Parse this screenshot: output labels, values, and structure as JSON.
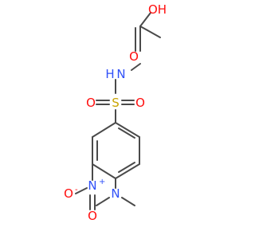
{
  "molecule": {
    "atoms": {
      "carboxyl_oh": {
        "label": "OH",
        "color": "#ff0d0d"
      },
      "carbonyl_o": {
        "label": "O",
        "color": "#ff0d0d"
      },
      "amine_n": {
        "label": "N",
        "color": "#3050f8"
      },
      "amine_h": {
        "label": "H",
        "color": "#3050f8"
      },
      "sulfur": {
        "label": "S",
        "color": "#c9a400"
      },
      "sulfonyl_o_left": {
        "label": "O",
        "color": "#ff0d0d"
      },
      "sulfonyl_o_right": {
        "label": "O",
        "color": "#ff0d0d"
      },
      "nitro_n": {
        "label": "N",
        "color": "#3050f8",
        "charge": "+"
      },
      "nitro_o_minus": {
        "label": "O",
        "color": "#ff0d0d",
        "charge": "-"
      },
      "nitro_o": {
        "label": "O",
        "color": "#ff0d0d"
      },
      "dimethyl_n": {
        "label": "N",
        "color": "#3050f8"
      }
    },
    "bond_color": "#4a4a4a"
  }
}
